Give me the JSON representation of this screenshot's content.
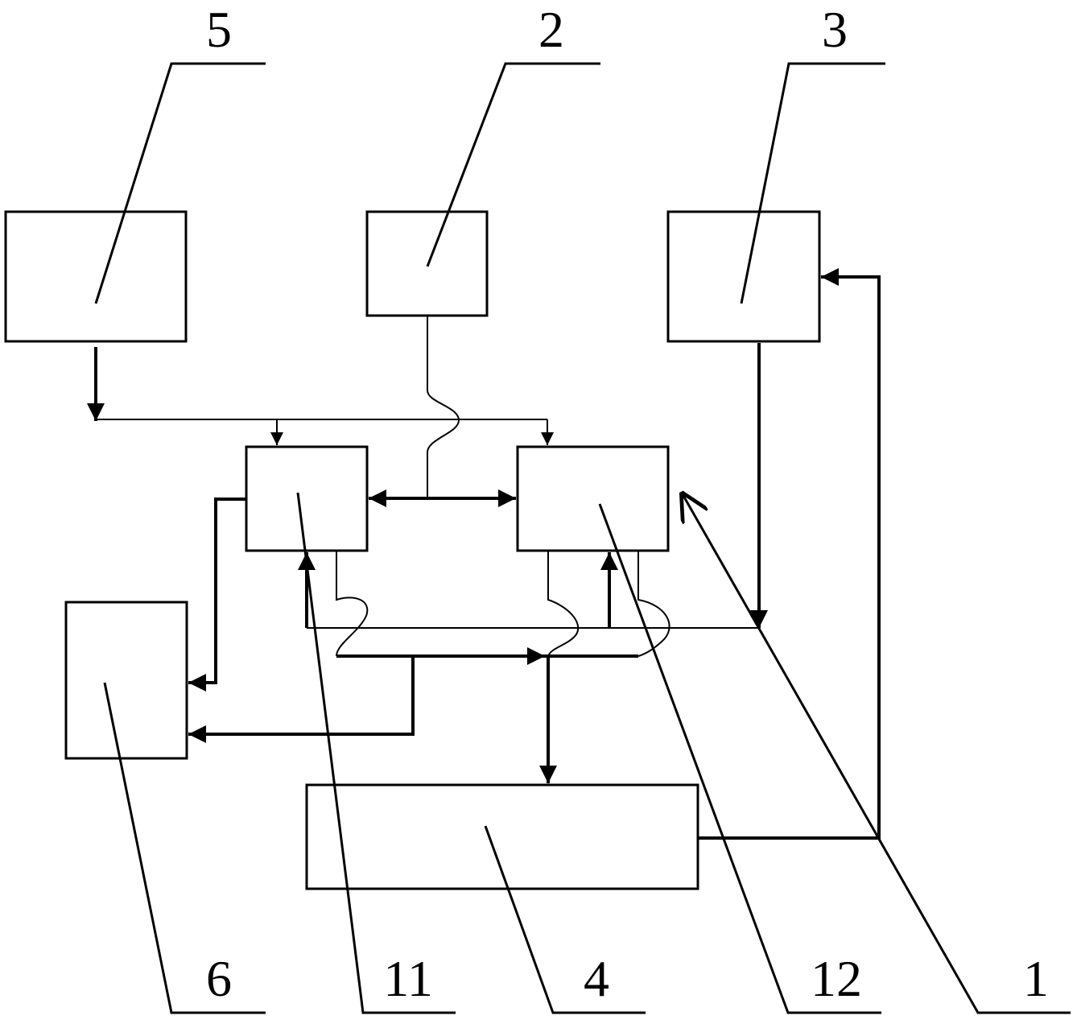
{
  "labels": {
    "block_5": "5",
    "block_2": "2",
    "block_3": "3",
    "block_6": "6",
    "block_11": "11",
    "block_4": "4",
    "block_12": "12",
    "block_1": "1"
  },
  "colors": {
    "line": "#000000",
    "background": "#ffffff"
  }
}
